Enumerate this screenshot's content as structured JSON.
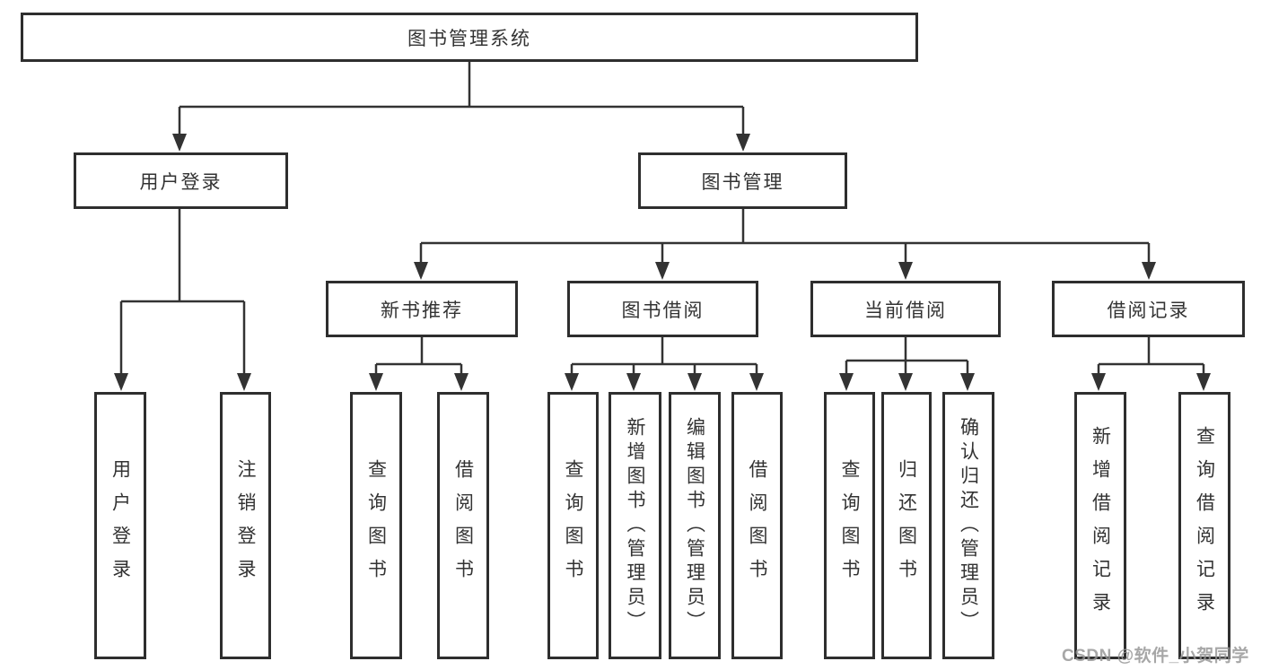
{
  "diagram": {
    "root": {
      "label": "图书管理系统"
    },
    "level2": [
      {
        "label": "用户登录",
        "leaves": [
          "用户登录",
          "注销登录"
        ]
      },
      {
        "label": "图书管理",
        "groups": [
          {
            "label": "新书推荐",
            "leaves": [
              "查询图书",
              "借阅图书"
            ]
          },
          {
            "label": "图书借阅",
            "leaves": [
              "查询图书",
              "新增图书（管理员）",
              "编辑图书（管理员）",
              "借阅图书"
            ]
          },
          {
            "label": "当前借阅",
            "leaves": [
              "查询图书",
              "归还图书",
              "确认归还（管理员）"
            ]
          },
          {
            "label": "借阅记录",
            "leaves": [
              "新增借阅记录",
              "查询借阅记录"
            ]
          }
        ]
      }
    ],
    "watermark": "CSDN @软件_小贺同学",
    "colors": {
      "line": "#333333",
      "text": "#333333",
      "watermark": "#949494",
      "background": "#ffffff"
    }
  }
}
